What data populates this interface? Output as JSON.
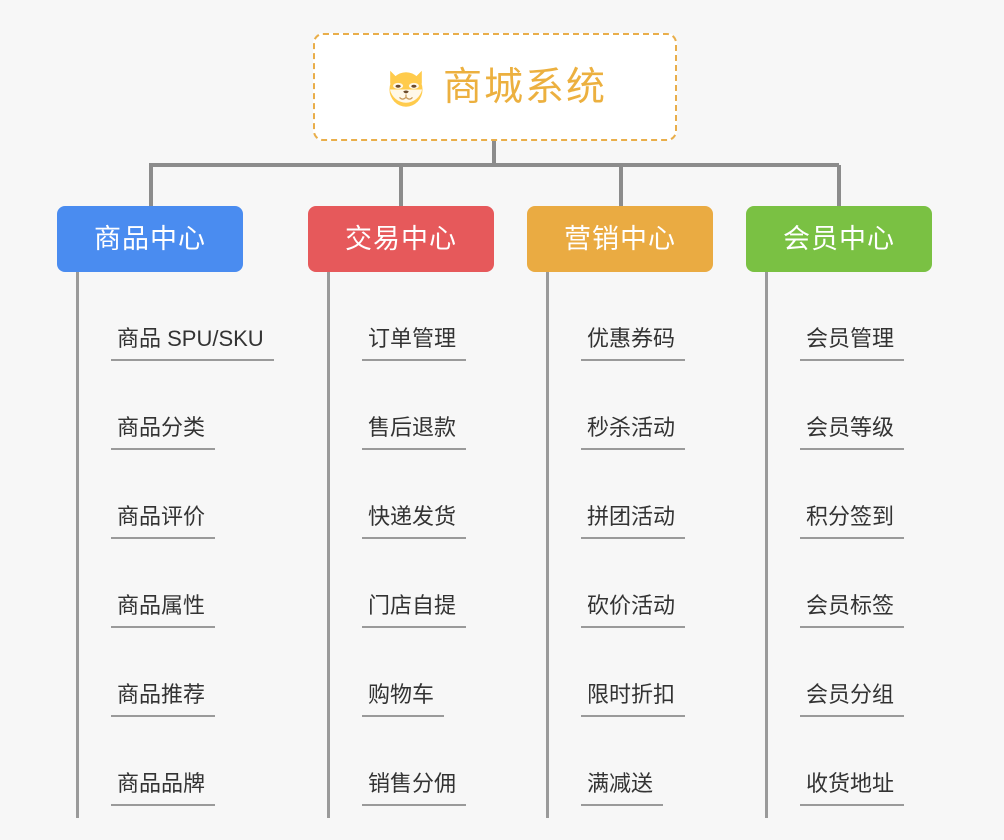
{
  "background_color": "#f7f7f7",
  "root": {
    "title": "商城系统",
    "icon": "shiba-dog-face-emoji",
    "text_color": "#ecb03f",
    "border_color": "#e9ae4a",
    "fill_color": "#ffffff"
  },
  "connector_color": "#8c8c8c",
  "branches": [
    {
      "label": "商品中心",
      "color": "#4a8cf0",
      "items": [
        "商品 SPU/SKU",
        "商品分类",
        "商品评价",
        "商品属性",
        "商品推荐",
        "商品品牌"
      ]
    },
    {
      "label": "交易中心",
      "color": "#e6595b",
      "items": [
        "订单管理",
        "售后退款",
        "快递发货",
        "门店自提",
        "购物车",
        "销售分佣"
      ]
    },
    {
      "label": "营销中心",
      "color": "#eaab42",
      "items": [
        "优惠券码",
        "秒杀活动",
        "拼团活动",
        "砍价活动",
        "限时折扣",
        "满减送"
      ]
    },
    {
      "label": "会员中心",
      "color": "#7ac143",
      "items": [
        "会员管理",
        "会员等级",
        "积分签到",
        "会员标签",
        "会员分组",
        "收货地址"
      ]
    }
  ]
}
